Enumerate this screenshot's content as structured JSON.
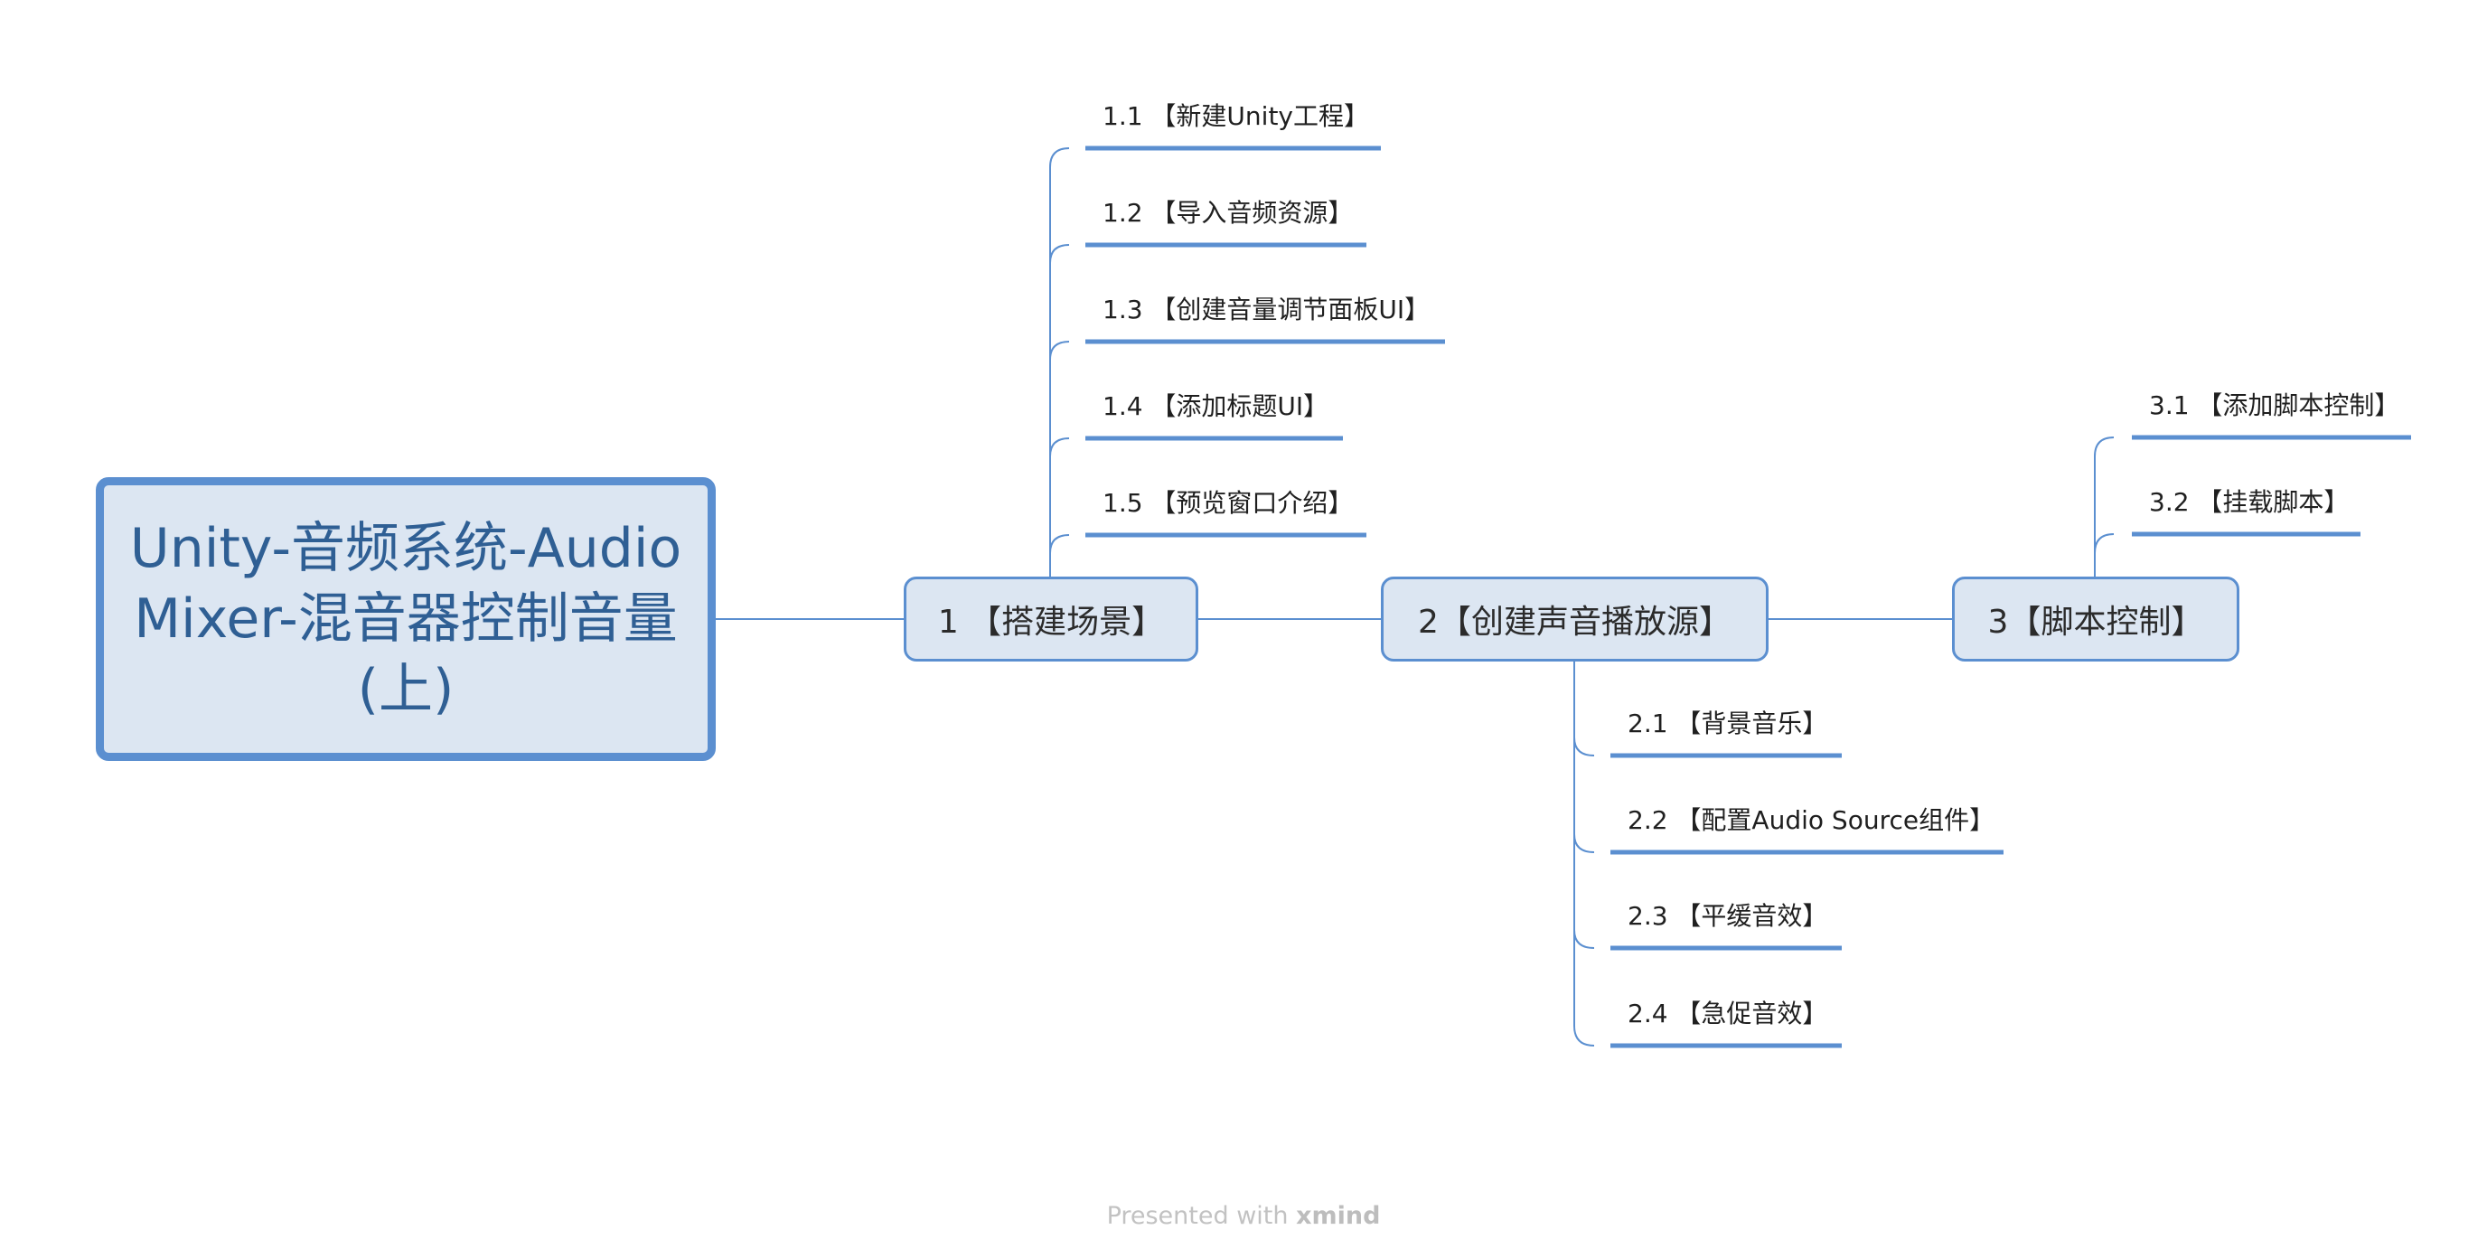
{
  "root": {
    "title": "Unity-音频系统-Audio Mixer-混音器控制音量(上)"
  },
  "branches": [
    {
      "label": "1 【搭建场景】",
      "children": [
        "1.1 【新建Unity工程】",
        "1.2 【导入音频资源】",
        "1.3 【创建音量调节面板UI】",
        "1.4 【添加标题UI】",
        "1.5 【预览窗口介绍】"
      ]
    },
    {
      "label": "2【创建声音播放源】",
      "children": [
        "2.1 【背景音乐】",
        "2.2 【配置Audio Source组件】",
        "2.3 【平缓音效】",
        "2.4 【急促音效】"
      ]
    },
    {
      "label": "3【脚本控制】",
      "children": [
        "3.1 【添加脚本控制】",
        "3.2 【挂载脚本】"
      ]
    }
  ],
  "footer": {
    "prefix": "Presented with ",
    "brand": "xmind"
  },
  "colors": {
    "accent": "#5b8fd0",
    "node_fill": "#dce6f2",
    "root_text": "#2f5f94"
  }
}
